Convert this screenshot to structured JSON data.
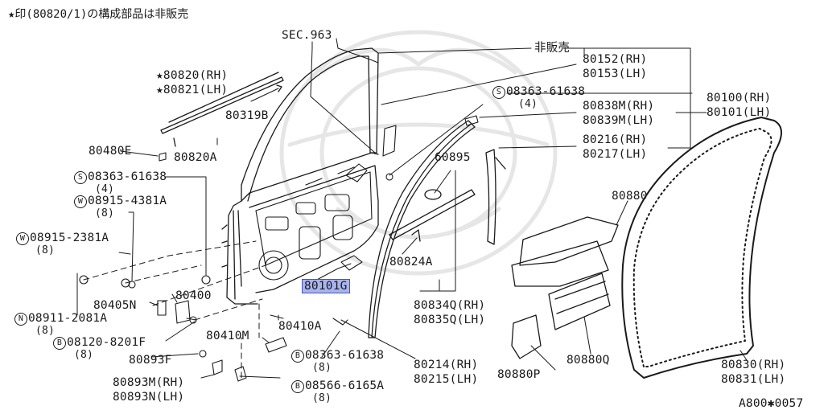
{
  "header_note": "★印(80820/1)の構成部品は非販売",
  "footer_code": "A800✱0057",
  "callouts": {
    "sec963": "SEC.963",
    "hihanbai": "非販売",
    "p80152": "80152(RH)",
    "p80153": "80153(LH)",
    "p08363_top": "08363-61638",
    "p08363_top_qty": "(4)",
    "p80838m": "80838M(RH)",
    "p80839m": "80839M(LH)",
    "p80100": "80100(RH)",
    "p80101": "80101(LH)",
    "p80216": "80216(RH)",
    "p80217": "80217(LH)",
    "p80820": "★80820(RH)",
    "p80821": "★80821(LH)",
    "p80319b": "80319B",
    "p80480e": "80480E",
    "p80820a": "80820A",
    "p60895": "60895",
    "p80880": "80880",
    "p08363_left": "08363-61638",
    "p08363_left_qty": "(4)",
    "p08915_4381a": "08915-4381A",
    "p08915_4381a_qty": "(8)",
    "p08915_2381a": "08915-2381A",
    "p08915_2381a_qty": "(8)",
    "p80101g": "80101G",
    "p80824a": "80824A",
    "p80405n": "80405N",
    "p80400": "80400",
    "p08911": "08911-2081A",
    "p08911_qty": "(8)",
    "p08120": "08120-8201F",
    "p08120_qty": "(8)",
    "p80410m": "80410M",
    "p80410a": "80410A",
    "p80834q": "80834Q(RH)",
    "p80835q": "80835Q(LH)",
    "p80893f": "80893F",
    "p08363_bottom": "08363-61638",
    "p08363_bottom_qty": "(8)",
    "p80214": "80214(RH)",
    "p80215": "80215(LH)",
    "p80880p": "80880P",
    "p80880q": "80880Q",
    "p80830": "80830(RH)",
    "p80831": "80831(LH)",
    "p80893m": "80893M(RH)",
    "p80893n": "80893N(LH)",
    "p08566": "08566-6165A",
    "p08566_qty": "(8)"
  },
  "badges": {
    "s": "S",
    "w": "W",
    "n": "N",
    "b": "B"
  }
}
